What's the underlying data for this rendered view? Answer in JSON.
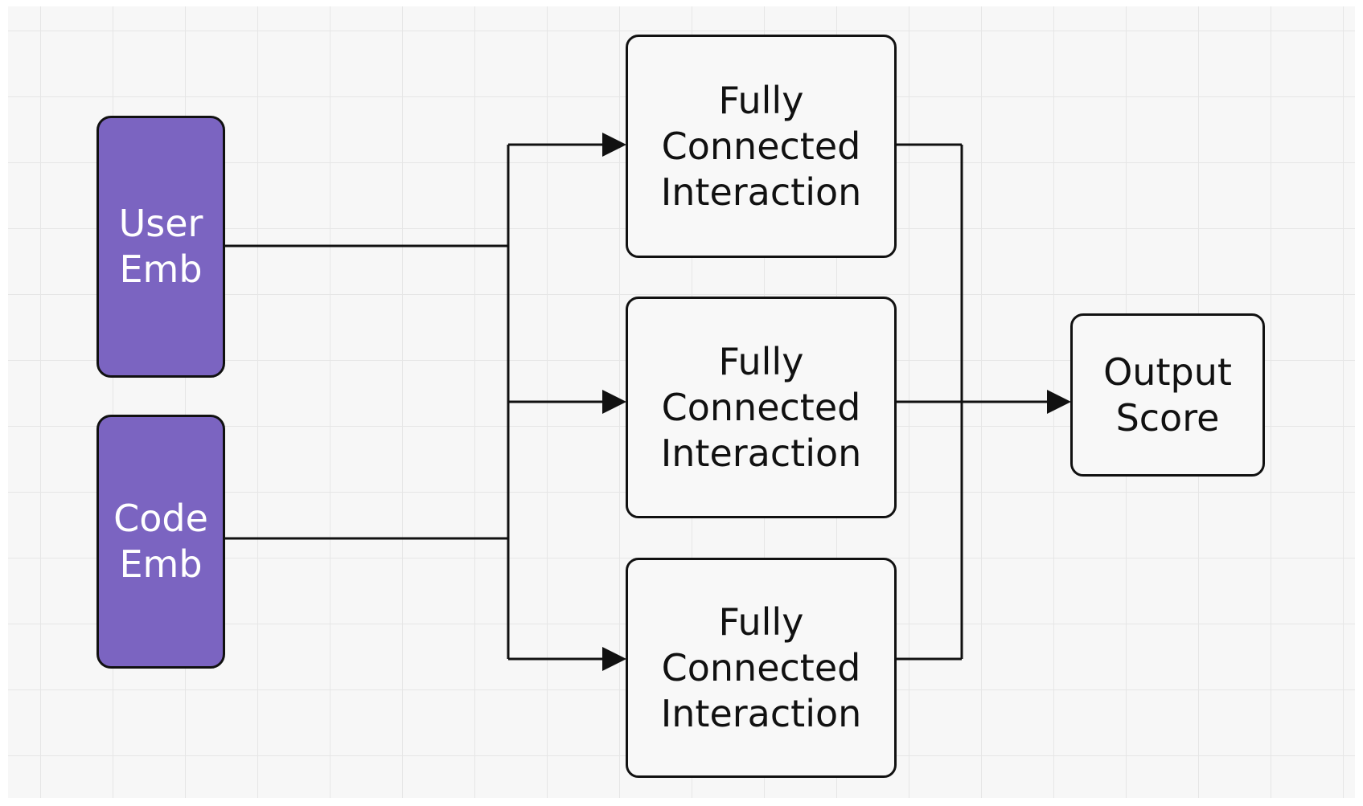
{
  "colors": {
    "embedding_fill": "#7b64c1",
    "node_fill": "#f8f8f8",
    "stroke": "#111111",
    "grid": "#e6e6e6"
  },
  "nodes": {
    "user_emb": "User\nEmb",
    "code_emb": "Code\nEmb",
    "fc_top": "Fully\nConnected\nInteraction",
    "fc_middle": "Fully\nConnected\nInteraction",
    "fc_bottom": "Fully\nConnected\nInteraction",
    "output": "Output\nScore"
  },
  "edges": [
    {
      "from": "user_emb",
      "to": "fc_top"
    },
    {
      "from": "user_emb",
      "to": "fc_middle"
    },
    {
      "from": "user_emb",
      "to": "fc_bottom"
    },
    {
      "from": "code_emb",
      "to": "fc_top"
    },
    {
      "from": "code_emb",
      "to": "fc_middle"
    },
    {
      "from": "code_emb",
      "to": "fc_bottom"
    },
    {
      "from": "fc_top",
      "to": "output"
    },
    {
      "from": "fc_middle",
      "to": "output"
    },
    {
      "from": "fc_bottom",
      "to": "output"
    }
  ]
}
